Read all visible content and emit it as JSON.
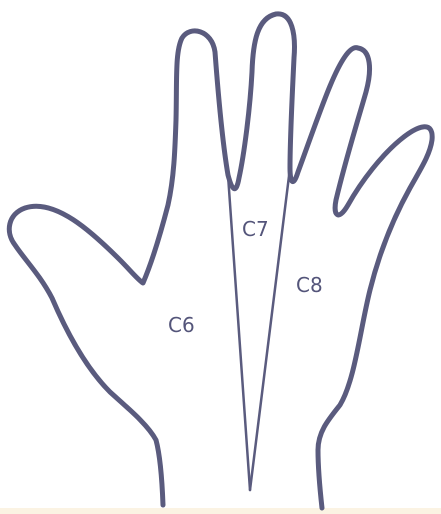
{
  "diagram": {
    "regions": [
      {
        "id": "c6",
        "label": "C6"
      },
      {
        "id": "c7",
        "label": "C7"
      },
      {
        "id": "c8",
        "label": "C8"
      }
    ],
    "colors": {
      "outline": "#5a5b7e",
      "label": "#54557a",
      "background": "#ffffff"
    }
  }
}
